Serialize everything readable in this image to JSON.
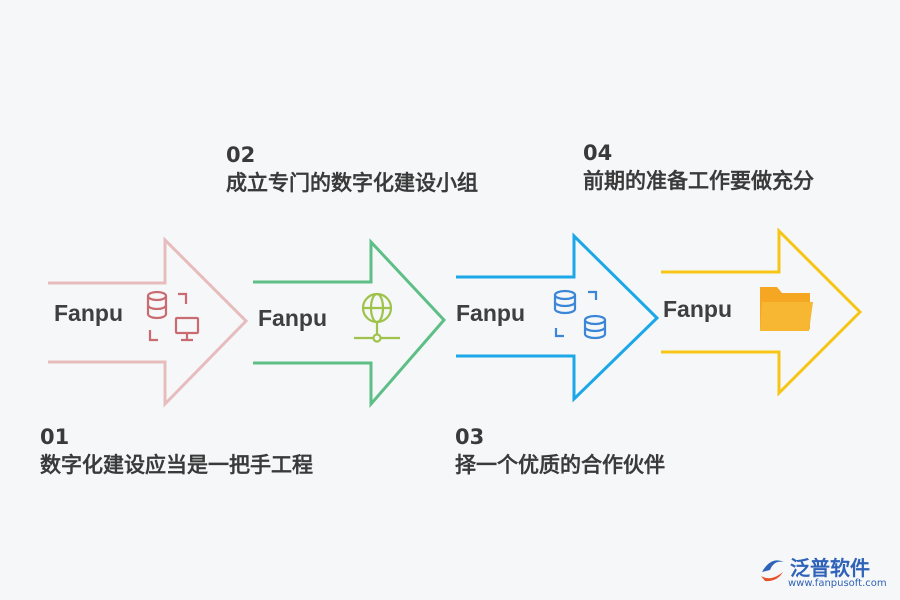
{
  "steps": [
    {
      "number": "01",
      "text": "数字化建设应当是一把手工程",
      "label": "Fanpu",
      "color": "#e7bcbc",
      "icon": "database-computer-icon",
      "icon_color": "#c96b70"
    },
    {
      "number": "02",
      "text": "成立专门的数字化建设小组",
      "label": "Fanpu",
      "color": "#5dbf86",
      "icon": "network-globe-icon",
      "icon_color": "#9ec24a"
    },
    {
      "number": "03",
      "text": "择一个优质的合作伙伴",
      "label": "Fanpu",
      "color": "#1ca7e8",
      "icon": "database-sync-icon",
      "icon_color": "#3b86d6"
    },
    {
      "number": "04",
      "text": "前期的准备工作要做充分",
      "label": "Fanpu",
      "color": "#f5c518",
      "icon": "folder-icon",
      "icon_color": "#f5a623"
    }
  ],
  "logo": {
    "brand": "泛普软件",
    "url": "www.fanpusoft.com"
  }
}
